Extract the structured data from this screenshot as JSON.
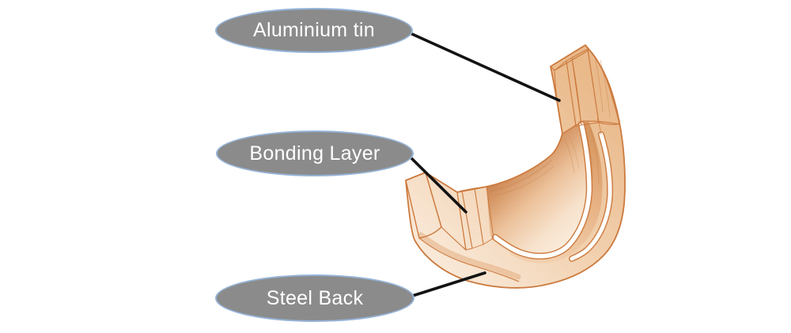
{
  "labels": [
    {
      "id": "aluminium-tin",
      "text": "Aluminium tin"
    },
    {
      "id": "bonding-layer",
      "text": "Bonding Layer"
    },
    {
      "id": "steel-back",
      "text": "Steel Back"
    }
  ],
  "colors": {
    "background": "#ffffff",
    "label_fill": "#8b8b8b",
    "label_border": "#95b3d7",
    "label_text": "#ffffff",
    "leader_line": "#131313",
    "outline": "#cc7a3e",
    "copper_light": "#f8e6d2",
    "copper_mid": "#eec29a",
    "copper_dark": "#c9814f",
    "bonding_white": "#ffffff"
  }
}
